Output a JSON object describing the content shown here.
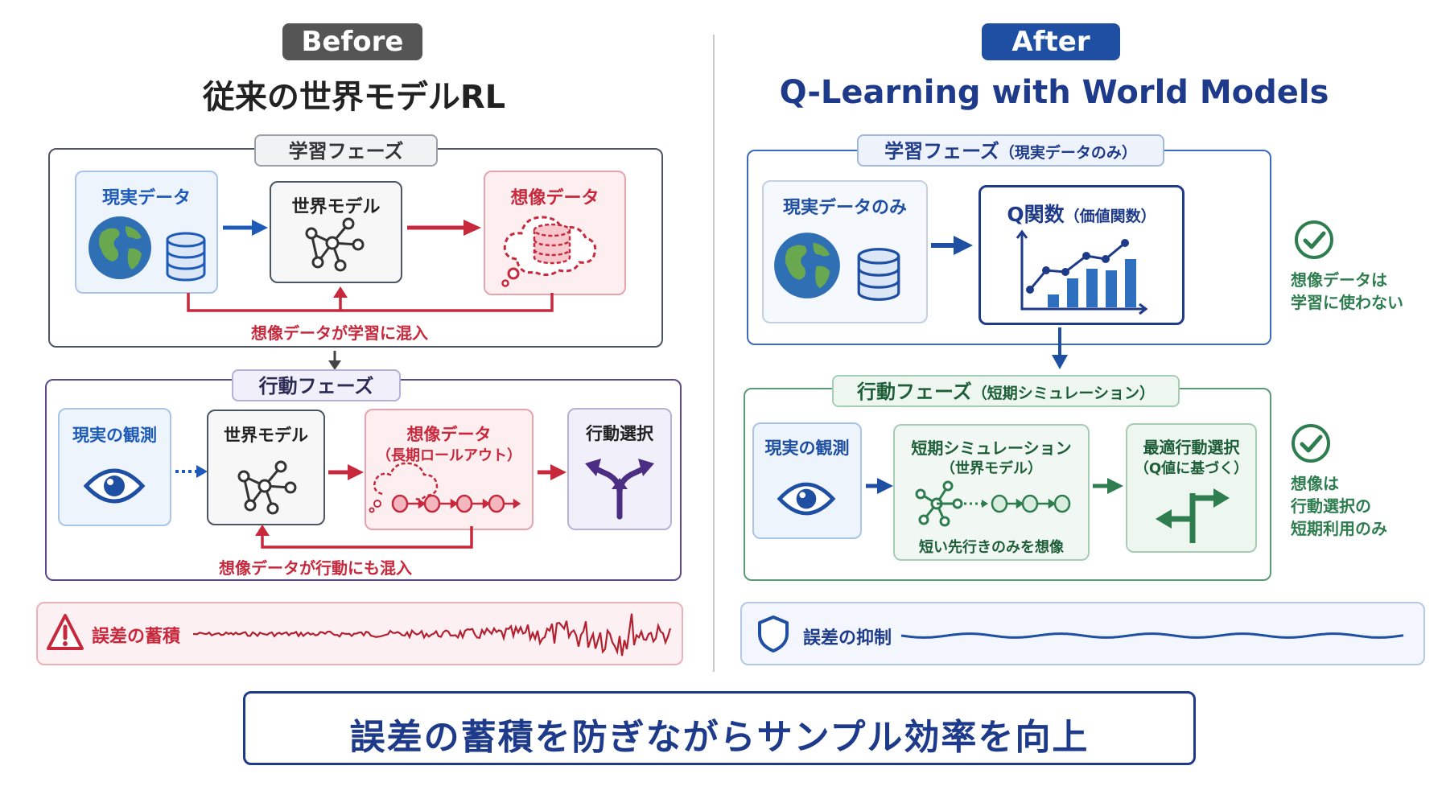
{
  "before": {
    "badge": "Before",
    "title": "従来の世界モデルRL",
    "learning_phase": {
      "tab": "学習フェーズ",
      "real_data": "現実データ",
      "world_model": "世界モデル",
      "imagined_data": "想像データ",
      "feedback": "想像データが学習に混入"
    },
    "action_phase": {
      "tab": "行動フェーズ",
      "observation": "現実の観測",
      "world_model": "世界モデル",
      "imagined_title": "想像データ",
      "imagined_sub": "（長期ロールアウト）",
      "action_select": "行動選択",
      "feedback": "想像データが行動にも混入"
    },
    "error": "誤差の蓄積"
  },
  "after": {
    "badge": "After",
    "title": "Q-Learning with World Models",
    "learning_phase": {
      "tab": "学習フェーズ",
      "tab_sub": "（現実データのみ）",
      "real_data_only": "現実データのみ",
      "q_function": "Q関数",
      "q_function_sub": "（価値関数）",
      "note_line1": "想像データは",
      "note_line2": "学習に使わない"
    },
    "action_phase": {
      "tab": "行動フェーズ",
      "tab_sub": "（短期シミュレーション）",
      "observation": "現実の観測",
      "sim_title": "短期シミュレーション",
      "sim_sub": "（世界モデル）",
      "sim_caption": "短い先行きのみを想像",
      "best_action": "最適行動選択",
      "best_action_sub": "（Q値に基づく）",
      "note_line1": "想像は",
      "note_line2": "行動選択の",
      "note_line3": "短期利用のみ"
    },
    "error": "誤差の抑制"
  },
  "conclusion": "誤差の蓄積を防ぎながらサンプル効率を向上",
  "colors": {
    "navy": "#1e3a8a",
    "blue": "#1e5bb8",
    "red": "#c8283c",
    "green": "#2e7d4f",
    "purple": "#4b2e83",
    "gray_badge": "#555555"
  },
  "icons": [
    "globe-icon",
    "database-icon",
    "network-icon",
    "cloud-database-icon",
    "eye-icon",
    "cloud-rollout-icon",
    "split-arrow-icon",
    "line-bar-chart-icon",
    "check-circle-icon",
    "signpost-arrow-icon",
    "warning-icon",
    "shield-icon"
  ]
}
